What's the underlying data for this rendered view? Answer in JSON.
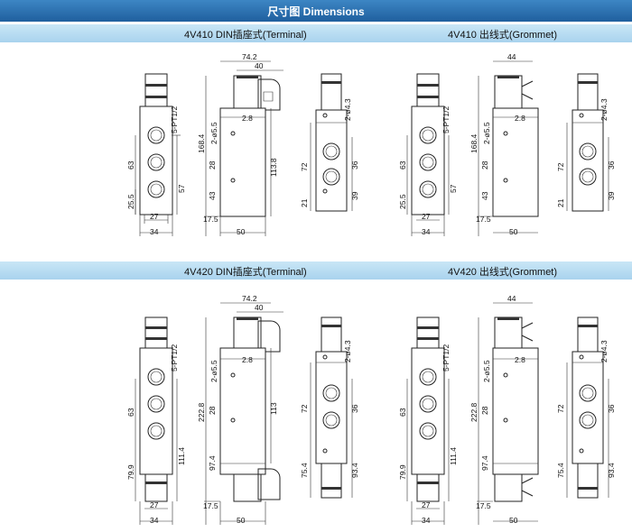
{
  "header": {
    "title": "尺寸图 Dimensions"
  },
  "section_top": {
    "left_title": "4V410 DIN插座式(Terminal)",
    "right_title": "4V410 出线式(Grommet)"
  },
  "section_bottom": {
    "left_title": "4V420 DIN插座式(Terminal)",
    "right_title": "4V420 出线式(Grommet)"
  },
  "top_terminal": {
    "a": {
      "port": "5-PT1/2",
      "h1": "63",
      "h2": "25.5",
      "h3": "57",
      "w1": "27",
      "w2": "34"
    },
    "b": {
      "top1": "74.2",
      "top2": "40",
      "hole": "2-ø5.5",
      "off": "2.8",
      "total": "168.4",
      "h1": "28",
      "h2": "43",
      "side": "113.8",
      "b1": "17.5",
      "b2": "50"
    },
    "c": {
      "hole": "2-ø4.3",
      "h1": "72",
      "h2": "36",
      "h3": "39",
      "h4": "21"
    }
  },
  "top_grommet": {
    "a": {
      "port": "5-PT1/2",
      "h1": "63",
      "h2": "25.5",
      "h3": "57",
      "w1": "27",
      "w2": "34"
    },
    "b": {
      "top1": "44",
      "hole": "2-ø5.5",
      "off": "2.8",
      "total": "168.4",
      "h1": "28",
      "h2": "43",
      "b1": "17.5",
      "b2": "50"
    },
    "c": {
      "hole": "2-ø4.3",
      "h1": "72",
      "h2": "36",
      "h3": "39",
      "h4": "21"
    }
  },
  "bot_terminal": {
    "a": {
      "port": "5-PT1/2",
      "h1": "63",
      "h2": "79.9",
      "h3": "111.4",
      "w1": "27",
      "w2": "34"
    },
    "b": {
      "top1": "74.2",
      "top2": "40",
      "hole": "2-ø5.5",
      "off": "2.8",
      "total": "222.8",
      "h1": "28",
      "h2": "97.4",
      "side": "113",
      "b1": "17.5",
      "b2": "50"
    },
    "c": {
      "hole": "2-ø4.3",
      "h1": "72",
      "h2": "36",
      "h3": "93.4",
      "h4": "75.4"
    }
  },
  "bot_grommet": {
    "a": {
      "port": "5-PT1/2",
      "h1": "63",
      "h2": "79.9",
      "h3": "111.4",
      "w1": "27",
      "w2": "34"
    },
    "b": {
      "top1": "44",
      "hole": "2-ø5.5",
      "off": "2.8",
      "total": "222.8",
      "h1": "28",
      "h2": "97.4",
      "b1": "17.5",
      "b2": "50"
    },
    "c": {
      "hole": "2-ø4.3",
      "h1": "72",
      "h2": "36",
      "h3": "93.4",
      "h4": "75.4"
    }
  }
}
